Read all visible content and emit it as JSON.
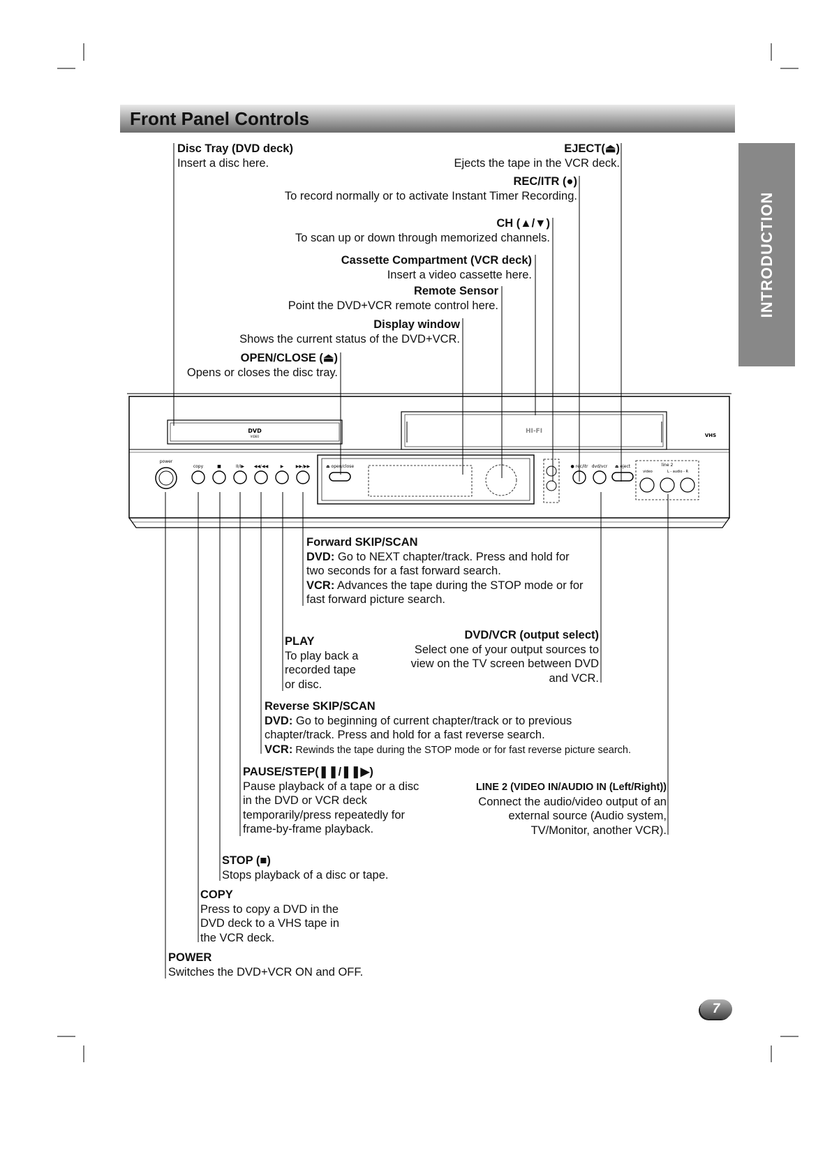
{
  "header": {
    "title": "Front Panel Controls"
  },
  "side_tab": {
    "label": "INTRODUCTION"
  },
  "page_number": "7",
  "labels": {
    "disc_tray": {
      "title": "Disc Tray (DVD deck)",
      "desc": "Insert a disc here."
    },
    "eject": {
      "title": "EJECT(⏏)",
      "desc": "Ejects the tape in the VCR deck."
    },
    "rec_itr": {
      "title": "REC/ITR (●)",
      "desc": "To record normally or to activate Instant Timer Recording."
    },
    "ch": {
      "title": "CH (▲/▼)",
      "desc": "To scan up or down through memorized channels."
    },
    "cassette": {
      "title": "Cassette Compartment (VCR deck)",
      "desc": "Insert a video cassette here."
    },
    "remote_sensor": {
      "title": "Remote Sensor",
      "desc": "Point the DVD+VCR remote control here."
    },
    "display_window": {
      "title": "Display window",
      "desc": "Shows the current status of the DVD+VCR."
    },
    "open_close": {
      "title": "OPEN/CLOSE (⏏)",
      "desc": "Opens or closes the disc tray."
    },
    "forward_skip": {
      "title": "Forward SKIP/SCAN",
      "dvd_label": "DVD:",
      "dvd_line1": " Go to NEXT chapter/track. Press and hold for",
      "dvd_line2": "two seconds for a fast forward search.",
      "vcr_label": "VCR:",
      "vcr_line1": " Advances the tape during the STOP mode or for",
      "vcr_line2": "fast forward picture search."
    },
    "play": {
      "title": "PLAY",
      "line1": "To play back a",
      "line2": "recorded tape",
      "line3": "or disc."
    },
    "dvd_vcr": {
      "title": "DVD/VCR (output select)",
      "line1": "Select one of your output sources to",
      "line2": "view on the TV screen between DVD",
      "line3": "and VCR."
    },
    "reverse_skip": {
      "title": "Reverse SKIP/SCAN",
      "dvd_label": "DVD:",
      "dvd_line1": " Go to beginning of current chapter/track or to previous",
      "dvd_line2": "chapter/track. Press and hold for a fast reverse search.",
      "vcr_label": "VCR:",
      "vcr_line1": " Rewinds the tape during the STOP mode or for fast reverse picture search."
    },
    "pause_step": {
      "title": "PAUSE/STEP(❚❚/❚❚▶)",
      "line1": "Pause playback of a tape or a disc",
      "line2": "in the DVD or VCR deck",
      "line3": "temporarily/press repeatedly for",
      "line4": "frame-by-frame playback."
    },
    "line2": {
      "title": "LINE 2 (VIDEO IN/AUDIO IN (Left/Right))",
      "line1": "Connect the audio/video output of an",
      "line2": "external source (Audio system,",
      "line3": "TV/Monitor, another VCR)."
    },
    "stop": {
      "title": "STOP (■)",
      "desc": "Stops playback of a disc or tape."
    },
    "copy": {
      "title": "COPY",
      "line1": "Press to copy a DVD in the",
      "line2": "DVD deck to a VHS tape in",
      "line3": "the VCR deck."
    },
    "power": {
      "title": "POWER",
      "desc": "Switches the DVD+VCR ON and OFF."
    }
  },
  "device": {
    "dvd_logo": "DVD",
    "dvd_logo_sub": "VIDEO",
    "hifi_logo": "HI-FI",
    "vhs_logo": "VHS",
    "btn_power": "power",
    "btn_copy": "copy",
    "btn_stop": "■",
    "btn_pause": "II/I▶",
    "btn_rev": "◀◀/◀◀",
    "btn_play": "▶",
    "btn_fwd": "▶▶/▶▶",
    "btn_open_close": "⏏ open/close",
    "btn_rec": "● rec/itr",
    "btn_dvdvcr": "dvd/vcr",
    "btn_eject": "⏏ eject",
    "line2_label": "line 2",
    "video_label": "video",
    "audio_label": "L - audio - R"
  }
}
